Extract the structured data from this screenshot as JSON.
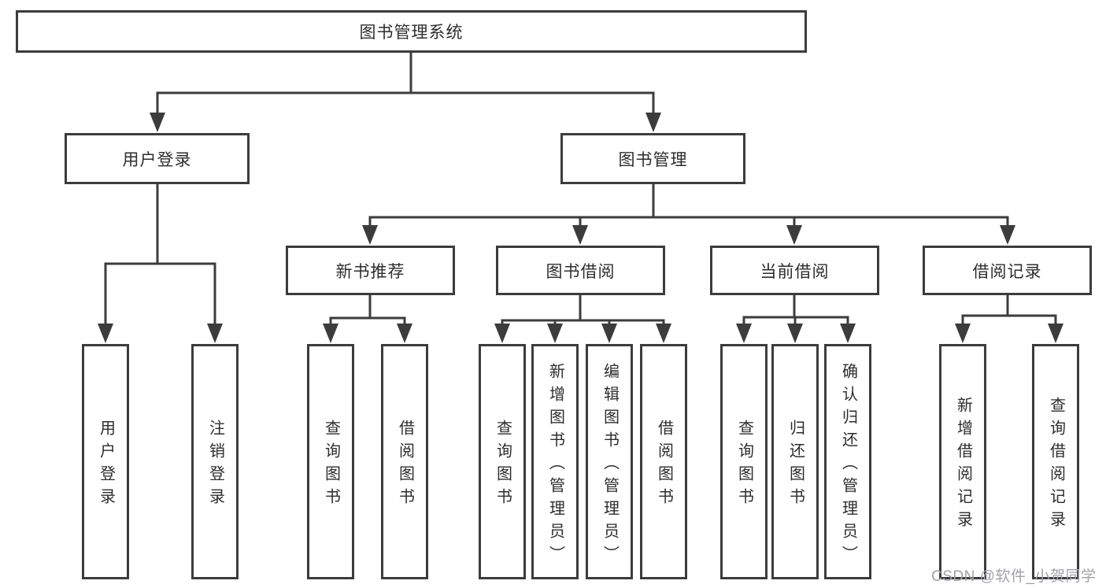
{
  "colors": {
    "line": "#3c3c3c",
    "text": "#2d2d2d",
    "bg": "#ffffff",
    "watermark": "#a2a2a8"
  },
  "nodes": {
    "root": {
      "label": "图书管理系统"
    },
    "user_login": {
      "label": "用户登录",
      "children": {
        "login": "用户登录",
        "logout": "注销登录"
      }
    },
    "book_mgmt": {
      "label": "图书管理"
    },
    "new_books": {
      "label": "新书推荐",
      "children": {
        "query": "查询图书",
        "borrow": "借阅图书"
      }
    },
    "book_borrow": {
      "label": "图书借阅",
      "children": {
        "query": "查询图书",
        "add": "新增图书（管理员）",
        "edit": "编辑图书（管理员）",
        "borrow": "借阅图书"
      }
    },
    "current_borrow": {
      "label": "当前借阅",
      "children": {
        "query": "查询图书",
        "return": "归还图书",
        "confirm": "确认归还（管理员）"
      }
    },
    "borrow_records": {
      "label": "借阅记录",
      "children": {
        "add": "新增借阅记录",
        "query": "查询借阅记录"
      }
    }
  },
  "watermark": "CSDN @软件_小贺同学"
}
